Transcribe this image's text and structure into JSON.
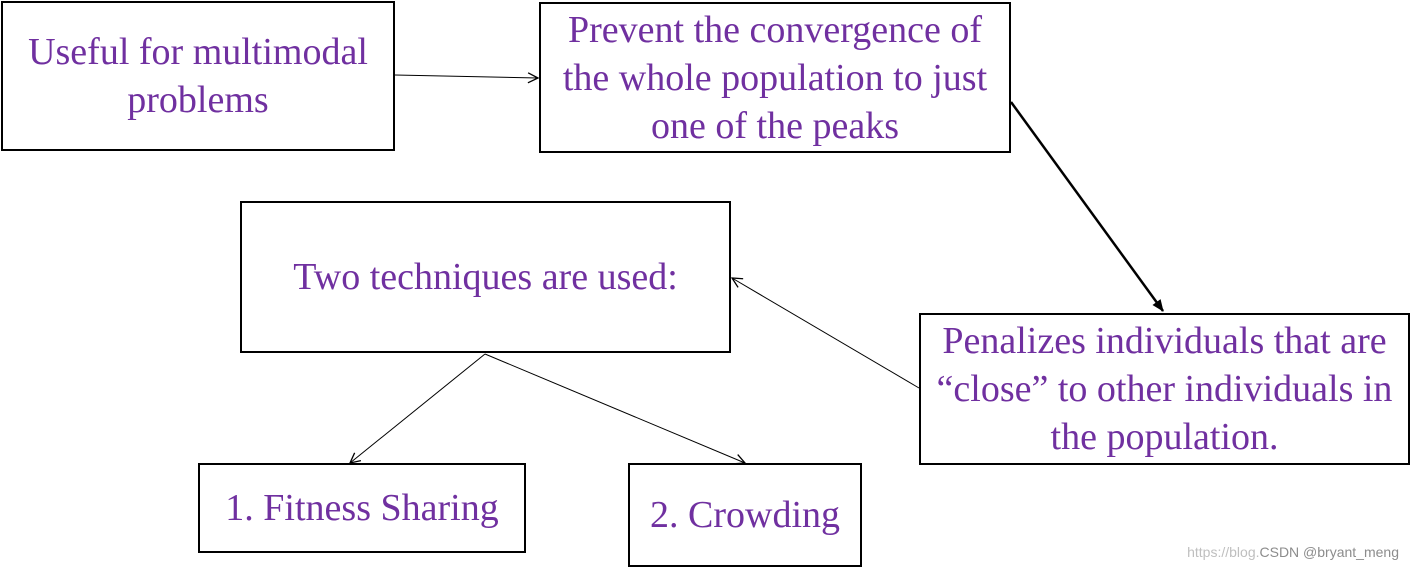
{
  "nodes": {
    "useful": "Useful for multimodal problems",
    "prevent": "Prevent the convergence of the whole population to just one of the peaks",
    "two_techniques": "Two techniques are used:",
    "penalizes": "Penalizes individuals that are “close” to other individuals in the population.",
    "fitness_sharing": "1. Fitness Sharing",
    "crowding": "2. Crowding"
  },
  "watermark": {
    "url": "https://blog.",
    "author": "CSDN @bryant_meng"
  },
  "colors": {
    "text": "#7030a0",
    "border": "#000000",
    "arrow": "#000000"
  }
}
